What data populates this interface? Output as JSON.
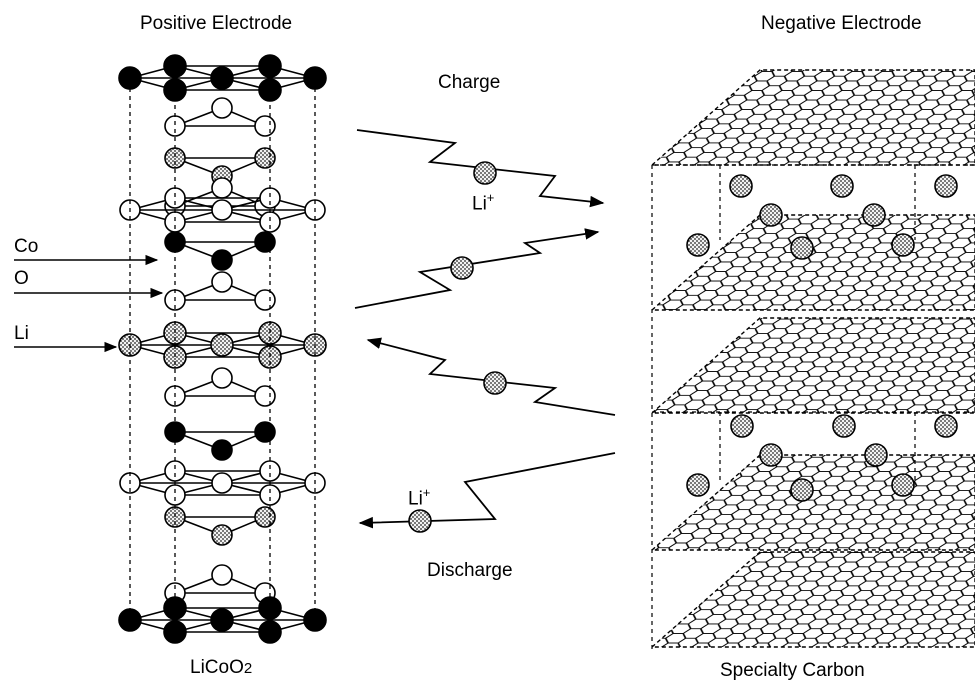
{
  "labels": {
    "positive_electrode": "Positive Electrode",
    "negative_electrode": "Negative Electrode",
    "charge": "Charge",
    "discharge": "Discharge",
    "li_ion_top": "Li",
    "li_ion_bottom": "Li",
    "ion_charge": "+",
    "co": "Co",
    "o": "O",
    "li": "Li",
    "licoo2_main": "LiCoO",
    "licoo2_sub": "2",
    "specialty_carbon": "Specialty Carbon"
  },
  "legend_colors": {
    "cobalt": "#000000",
    "oxygen": "#ffffff",
    "lithium": "hatched-gray"
  },
  "icons": [
    "cobalt-atom-icon",
    "oxygen-atom-icon",
    "lithium-atom-icon",
    "arrow-icon"
  ]
}
